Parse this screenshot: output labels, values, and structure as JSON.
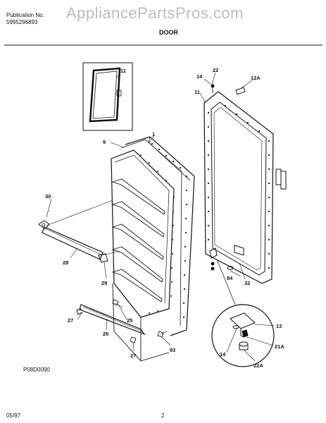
{
  "header": {
    "publication_label": "Publication No.",
    "publication_number": "5995296893",
    "watermark": "AppliancePartsPros.com",
    "section_title": "DOOR"
  },
  "footer": {
    "drawing_code": "P08D0090",
    "date": "05/97",
    "page_number": "2"
  },
  "callouts": {
    "c1": "1",
    "c9": "9",
    "c11a": "11",
    "c11b": "11",
    "c14a": "14",
    "c22": "22",
    "c12a": "12A",
    "c30": "30",
    "c28": "28",
    "c29": "29",
    "c27a": "27",
    "c25": "25",
    "c26": "26",
    "c27b": "27",
    "c93": "93",
    "c84": "84",
    "c32": "32",
    "c13": "13",
    "c14b": "14",
    "c21a": "21A",
    "c22a": "22A"
  }
}
